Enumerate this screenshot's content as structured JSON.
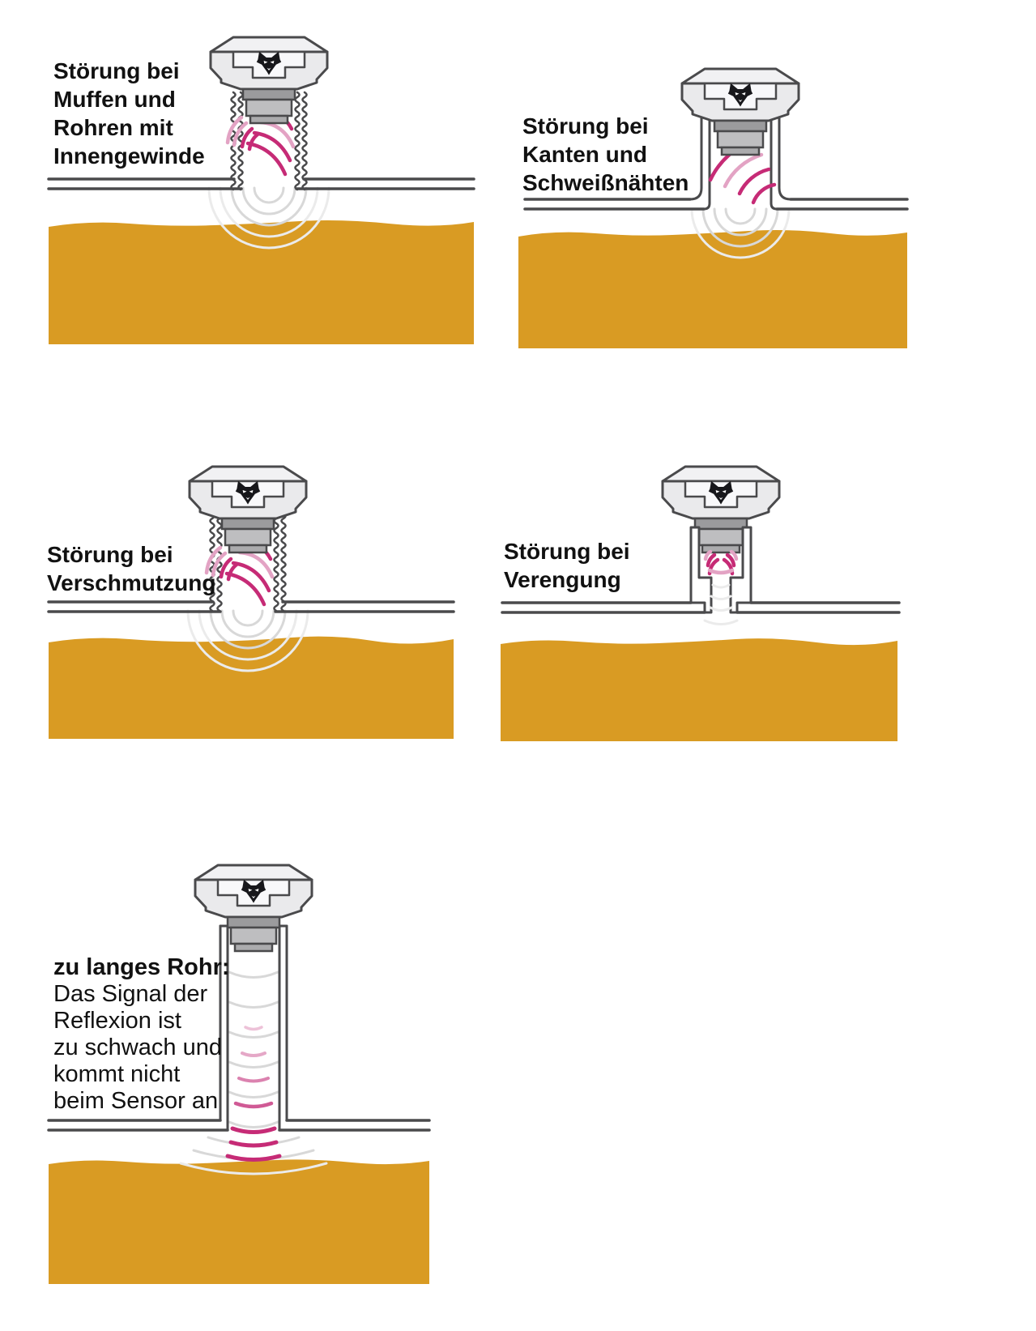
{
  "theme": {
    "liquid_color": "#D99B23",
    "outline_color": "#4A4A4C",
    "signal_color": "#C62B76",
    "signal_light_color": "#E3A3C4",
    "echo_color": "#D8D8D8",
    "echo_light_color": "#EBEBEB",
    "sensor_face_color": "#EAEAEC",
    "sensor_cap_color": "#F1F1F3",
    "sensor_panel_color": "#F8F8FA",
    "metal_dark_color": "#9B9B9D",
    "metal_mid_color": "#BEBEC0",
    "metal_light_color": "#ABABAD",
    "logo_color": "#17171B",
    "text_color": "#111111",
    "background_color": "#FFFFFF"
  },
  "icons": {
    "brand_logo": "fox-logo-icon"
  },
  "panels": [
    {
      "id": "muffen-innengewinde",
      "caption_lines": [
        "Störung bei",
        "Muffen und",
        "Rohren mit",
        "Innengewinde"
      ]
    },
    {
      "id": "kanten-schweissnaehte",
      "caption_lines": [
        "Störung bei",
        "Kanten und",
        "Schweißnähten"
      ]
    },
    {
      "id": "verschmutzung",
      "caption_lines": [
        "Störung bei",
        "Verschmutzung"
      ]
    },
    {
      "id": "verengung",
      "caption_lines": [
        "Störung bei",
        "Verengung"
      ]
    },
    {
      "id": "zu-langes-rohr",
      "caption_lines": [
        "zu langes Rohr:",
        "Das Signal der",
        "Reflexion ist",
        "zu schwach und",
        "kommt nicht",
        "beim Sensor an"
      ]
    }
  ]
}
